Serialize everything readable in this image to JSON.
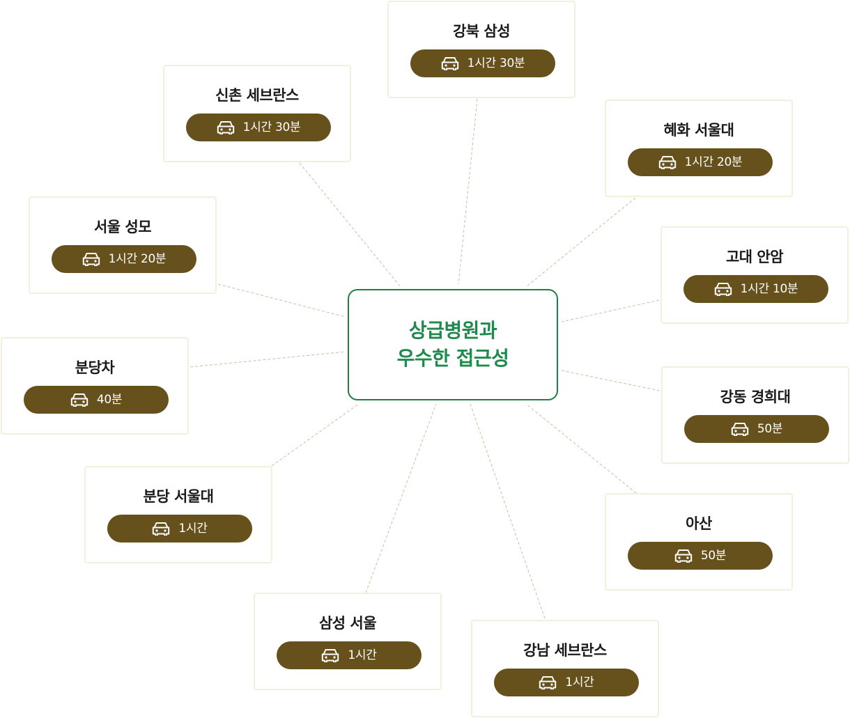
{
  "center": {
    "line1": "상급병원과",
    "line2": "우수한 접근성"
  },
  "hospitals": [
    {
      "name": "강북 삼성",
      "time": "1시간 30분"
    },
    {
      "name": "신촌 세브란스",
      "time": "1시간 30분"
    },
    {
      "name": "혜화 서울대",
      "time": "1시간 20분"
    },
    {
      "name": "서울 성모",
      "time": "1시간 20분"
    },
    {
      "name": "고대 안암",
      "time": "1시간 10분"
    },
    {
      "name": "분당차",
      "time": "40분"
    },
    {
      "name": "강동 경희대",
      "time": "50분"
    },
    {
      "name": "분당 서울대",
      "time": "1시간"
    },
    {
      "name": "아산",
      "time": "50분"
    },
    {
      "name": "삼성 서울",
      "time": "1시간"
    },
    {
      "name": "강남 세브란스",
      "time": "1시간"
    }
  ],
  "icons": {
    "pill": "car-icon"
  },
  "colors": {
    "accent_green": "#1f8a4c",
    "pill_brown": "#66511c",
    "card_border": "#f3efdf",
    "connector": "#c9bea2"
  }
}
